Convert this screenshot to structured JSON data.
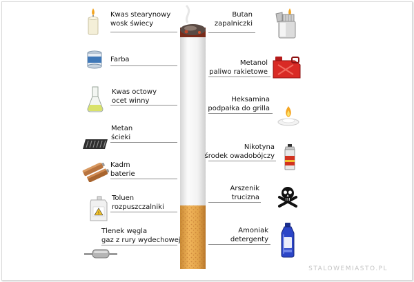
{
  "labels": {
    "stearic": {
      "line1": "Kwas stearynowy",
      "line2": "wosk świecy"
    },
    "paint": {
      "line1": "Farba"
    },
    "acetic": {
      "line1": "Kwas octowy",
      "line2": "ocet winny"
    },
    "methane": {
      "line1": "Metan",
      "line2": "ścieki"
    },
    "cadmium": {
      "line1": "Kadm",
      "line2": "baterie"
    },
    "toluene": {
      "line1": "Toluen",
      "line2": "rozpuszczalniki"
    },
    "co": {
      "line1": "Tlenek węgla",
      "line2": "gaz z rury wydechowej"
    },
    "butane": {
      "line1": "Butan",
      "line2": "zapalniczki"
    },
    "methanol": {
      "line1": "Metanol",
      "line2": "paliwo rakietowe"
    },
    "hexamine": {
      "line1": "Heksamina",
      "line2": "podpałka do grilla"
    },
    "nicotine": {
      "line1": "Nikotyna",
      "line2": "środek owadobójczy"
    },
    "arsenic": {
      "line1": "Arszenik",
      "line2": "trucizna"
    },
    "ammonia": {
      "line1": "Amoniak",
      "line2": "detergenty"
    }
  },
  "watermark": "STALOWEMIASTO.PL",
  "colors": {
    "filter": "#e3a44a",
    "filter_speck": "#c9772a",
    "paper": "#f4f4f4",
    "ember": "#7a2b1a",
    "ash": "#5a4a44",
    "line": "#8a8a8a"
  },
  "icons": [
    "candle-icon",
    "paint-can-icon",
    "flask-icon",
    "drain-grate-icon",
    "battery-icon",
    "solvent-canister-icon",
    "exhaust-pipe-icon",
    "lighter-icon",
    "fuel-canister-icon",
    "fire-starter-icon",
    "insecticide-can-icon",
    "skull-crossbones-icon",
    "detergent-bottle-icon"
  ]
}
